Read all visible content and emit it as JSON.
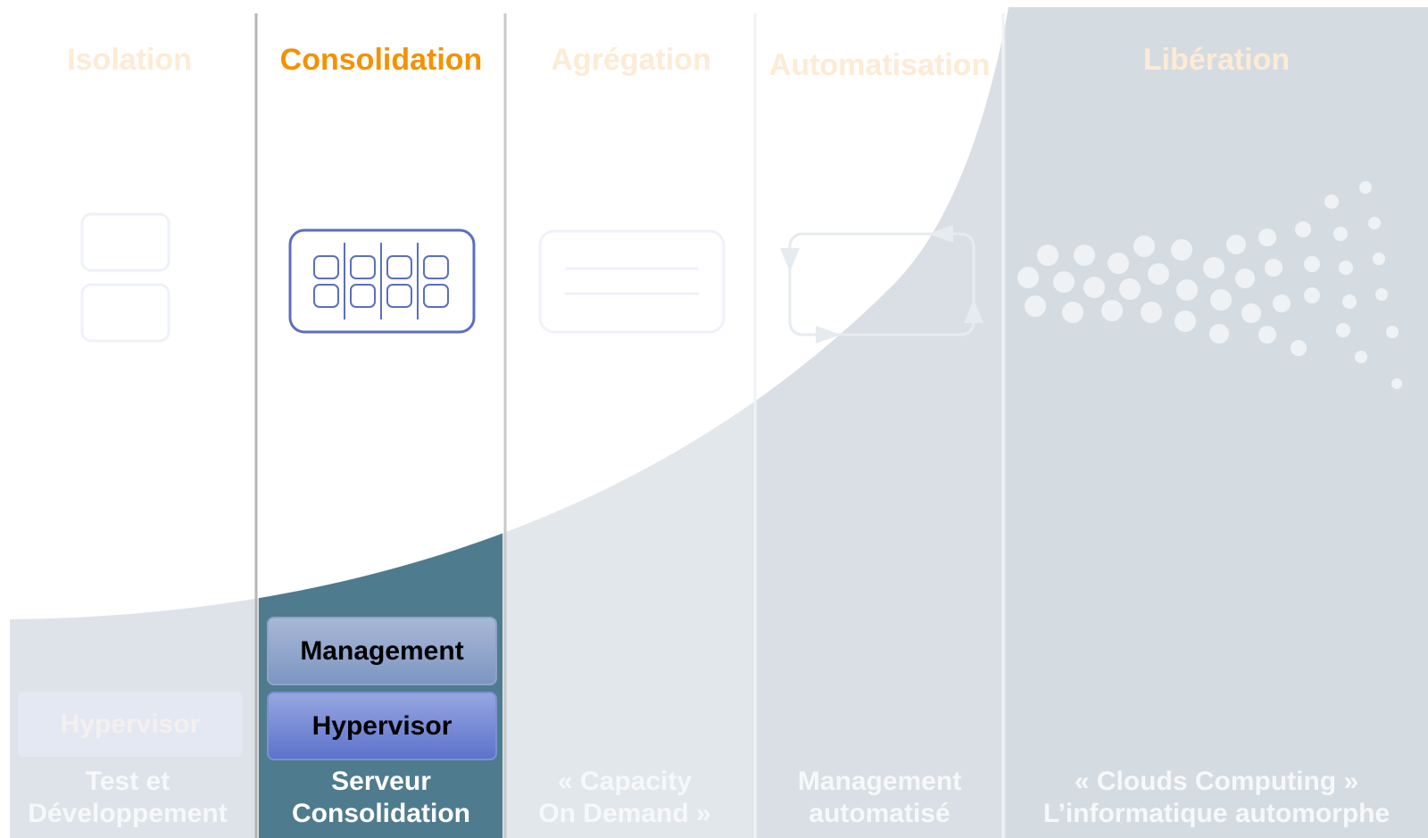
{
  "stages": [
    {
      "title": "Isolation",
      "caption": [
        "Test et",
        "Développement"
      ],
      "active": false
    },
    {
      "title": "Consolidation",
      "caption": [
        "Serveur",
        "Consolidation"
      ],
      "active": true
    },
    {
      "title": "Agrégation",
      "caption": [
        "« Capacity",
        "On Demand »"
      ],
      "active": false
    },
    {
      "title": "Automatisation",
      "caption": [
        "Management",
        "automatisé"
      ],
      "active": false
    },
    {
      "title": "Libération",
      "caption": [
        "« Clouds Computing »",
        "L’informatique automorphe"
      ],
      "active": false
    }
  ],
  "stack": {
    "management_label": "Management",
    "hypervisor_label": "Hypervisor",
    "hypervisor_faded_label": "Hypervisor"
  },
  "colors": {
    "active_title": "#f39200",
    "faded_title": "#fdebd5",
    "curve_fill": "#dde3e8",
    "active_column_fill": "#4f7b8e",
    "icon_active": "#5b6ec2",
    "icon_faded": "#eef1f8"
  },
  "icons": [
    "stacked-servers-icon",
    "grid-server-icon",
    "aggregated-pool-icon",
    "automation-cycle-icon",
    "cloud-dots-icon"
  ]
}
